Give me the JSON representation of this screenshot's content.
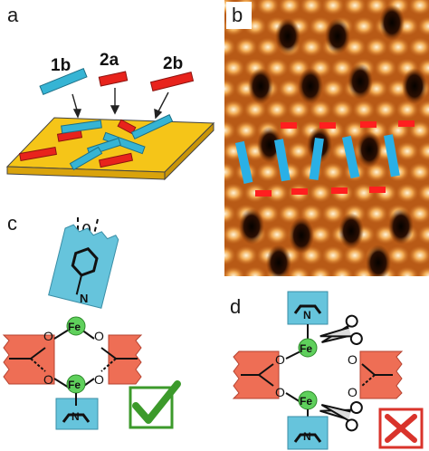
{
  "panels": {
    "a": {
      "letter": "a",
      "labels": {
        "l1b": "1b",
        "l2a": "2a",
        "l2b": "2b"
      },
      "colors": {
        "substrate": "#f5c518",
        "blue": "#36b4d4",
        "red": "#e8231c"
      }
    },
    "b": {
      "letter": "b",
      "colors": {
        "red_marker": "#ff1f1f",
        "blue_marker": "#2ab0e6"
      }
    },
    "c": {
      "letter": "c",
      "angle_label": "θ",
      "fe_label": "Fe",
      "n_label": "N",
      "o_label": "O",
      "status_icon": "check-icon",
      "colors": {
        "blue": "#66c4dc",
        "red": "#ee6e55",
        "fe": "#5fd05c",
        "check": "#3c9a2b"
      }
    },
    "d": {
      "letter": "d",
      "fe_label": "Fe",
      "n_label": "N",
      "o_label": "O",
      "status_icon": "cross-icon",
      "cut_icon": "scissors-icon",
      "colors": {
        "blue": "#66c4dc",
        "red": "#ee6e55",
        "fe": "#5fd05c",
        "cross": "#d9332b"
      }
    }
  }
}
